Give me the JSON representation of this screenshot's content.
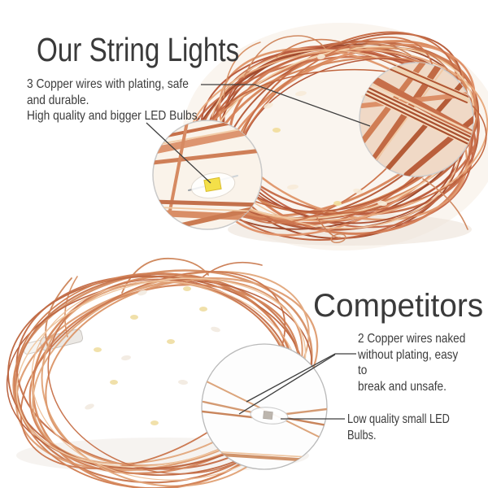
{
  "page": {
    "background": "#ffffff",
    "text_color": "#3b3b3b",
    "leader_line_color": "#3f3f3f",
    "copper_color": "#c96f48",
    "copper_highlight": "#f2cfa9",
    "led_yellow": "#f2e04a"
  },
  "ours": {
    "title": "Our String Lights",
    "callouts": [
      {
        "label": "3 Copper wires with plating, safe\nand durable.",
        "target": "magnifier-three-wire-cable"
      },
      {
        "label": "High quality and bigger LED Bulbs.",
        "target": "magnifier-big-led-bulb"
      }
    ]
  },
  "competitors": {
    "title": "Competitors",
    "callouts": [
      {
        "label": "2 Copper wires naked\nwithout plating, easy to\nbreak and unsafe.",
        "target": "magnifier-competitor-wires"
      },
      {
        "label": "Low quality small LED Bulbs.",
        "target": "magnifier-competitor-wires"
      }
    ]
  }
}
